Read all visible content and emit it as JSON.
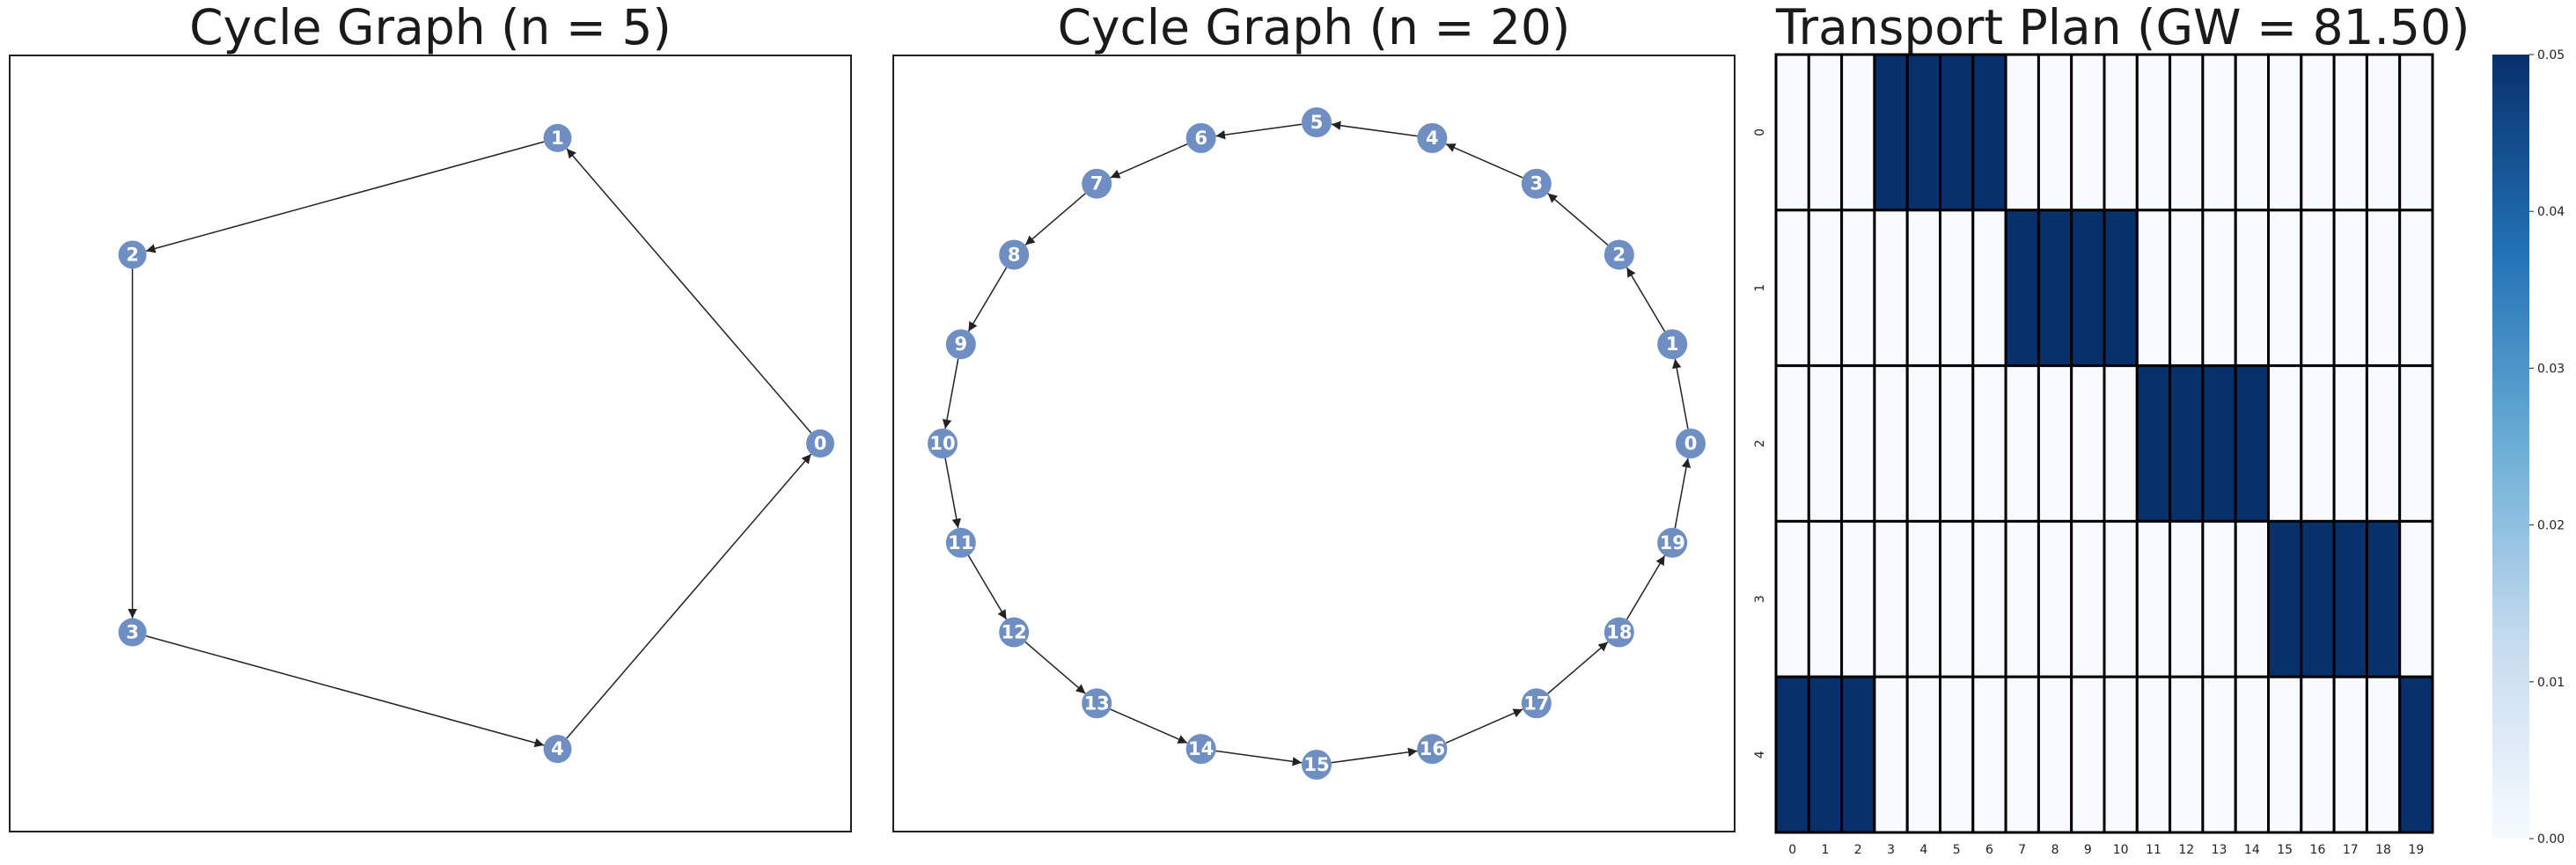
{
  "chart_data": [
    {
      "type": "graph",
      "title": "Cycle Graph (n = 5)",
      "nodes": [
        "0",
        "1",
        "2",
        "3",
        "4"
      ],
      "edges": [
        [
          0,
          1
        ],
        [
          1,
          2
        ],
        [
          2,
          3
        ],
        [
          3,
          4
        ],
        [
          4,
          0
        ]
      ],
      "directed": true,
      "node_color": "#6f8fc2",
      "label_color": "#ffffff"
    },
    {
      "type": "graph",
      "title": "Cycle Graph (n = 20)",
      "nodes": [
        "0",
        "1",
        "2",
        "3",
        "4",
        "5",
        "6",
        "7",
        "8",
        "9",
        "10",
        "11",
        "12",
        "13",
        "14",
        "15",
        "16",
        "17",
        "18",
        "19"
      ],
      "edges": [
        [
          0,
          1
        ],
        [
          1,
          2
        ],
        [
          2,
          3
        ],
        [
          3,
          4
        ],
        [
          4,
          5
        ],
        [
          5,
          6
        ],
        [
          6,
          7
        ],
        [
          7,
          8
        ],
        [
          8,
          9
        ],
        [
          9,
          10
        ],
        [
          10,
          11
        ],
        [
          11,
          12
        ],
        [
          12,
          13
        ],
        [
          13,
          14
        ],
        [
          14,
          15
        ],
        [
          15,
          16
        ],
        [
          16,
          17
        ],
        [
          17,
          18
        ],
        [
          18,
          19
        ],
        [
          19,
          0
        ]
      ],
      "directed": true,
      "node_color": "#6f8fc2",
      "label_color": "#ffffff"
    },
    {
      "type": "heatmap",
      "title": "Transport Plan (GW = 81.50)",
      "rows": [
        "0",
        "1",
        "2",
        "3",
        "4"
      ],
      "cols": [
        "0",
        "1",
        "2",
        "3",
        "4",
        "5",
        "6",
        "7",
        "8",
        "9",
        "10",
        "11",
        "12",
        "13",
        "14",
        "15",
        "16",
        "17",
        "18",
        "19"
      ],
      "values": [
        [
          0,
          0,
          0,
          0.05,
          0.05,
          0.05,
          0.05,
          0,
          0,
          0,
          0,
          0,
          0,
          0,
          0,
          0,
          0,
          0,
          0,
          0
        ],
        [
          0,
          0,
          0,
          0,
          0,
          0,
          0,
          0.05,
          0.05,
          0.05,
          0.05,
          0,
          0,
          0,
          0,
          0,
          0,
          0,
          0,
          0
        ],
        [
          0,
          0,
          0,
          0,
          0,
          0,
          0,
          0,
          0,
          0,
          0,
          0.05,
          0.05,
          0.05,
          0.05,
          0,
          0,
          0,
          0,
          0
        ],
        [
          0,
          0,
          0,
          0,
          0,
          0,
          0,
          0,
          0,
          0,
          0,
          0,
          0,
          0,
          0,
          0.05,
          0.05,
          0.05,
          0.05,
          0
        ],
        [
          0.05,
          0.05,
          0.05,
          0,
          0,
          0,
          0,
          0,
          0,
          0,
          0,
          0,
          0,
          0,
          0,
          0,
          0,
          0,
          0,
          0.05
        ]
      ],
      "colormap": "Blues",
      "color_low": "#f7fbff",
      "color_high": "#08306b",
      "colorbar": {
        "range": [
          0.0,
          0.05
        ],
        "ticks": [
          "0.00",
          "0.01",
          "0.02",
          "0.03",
          "0.04",
          "0.05"
        ]
      },
      "cell_border_color": "#000000"
    }
  ]
}
